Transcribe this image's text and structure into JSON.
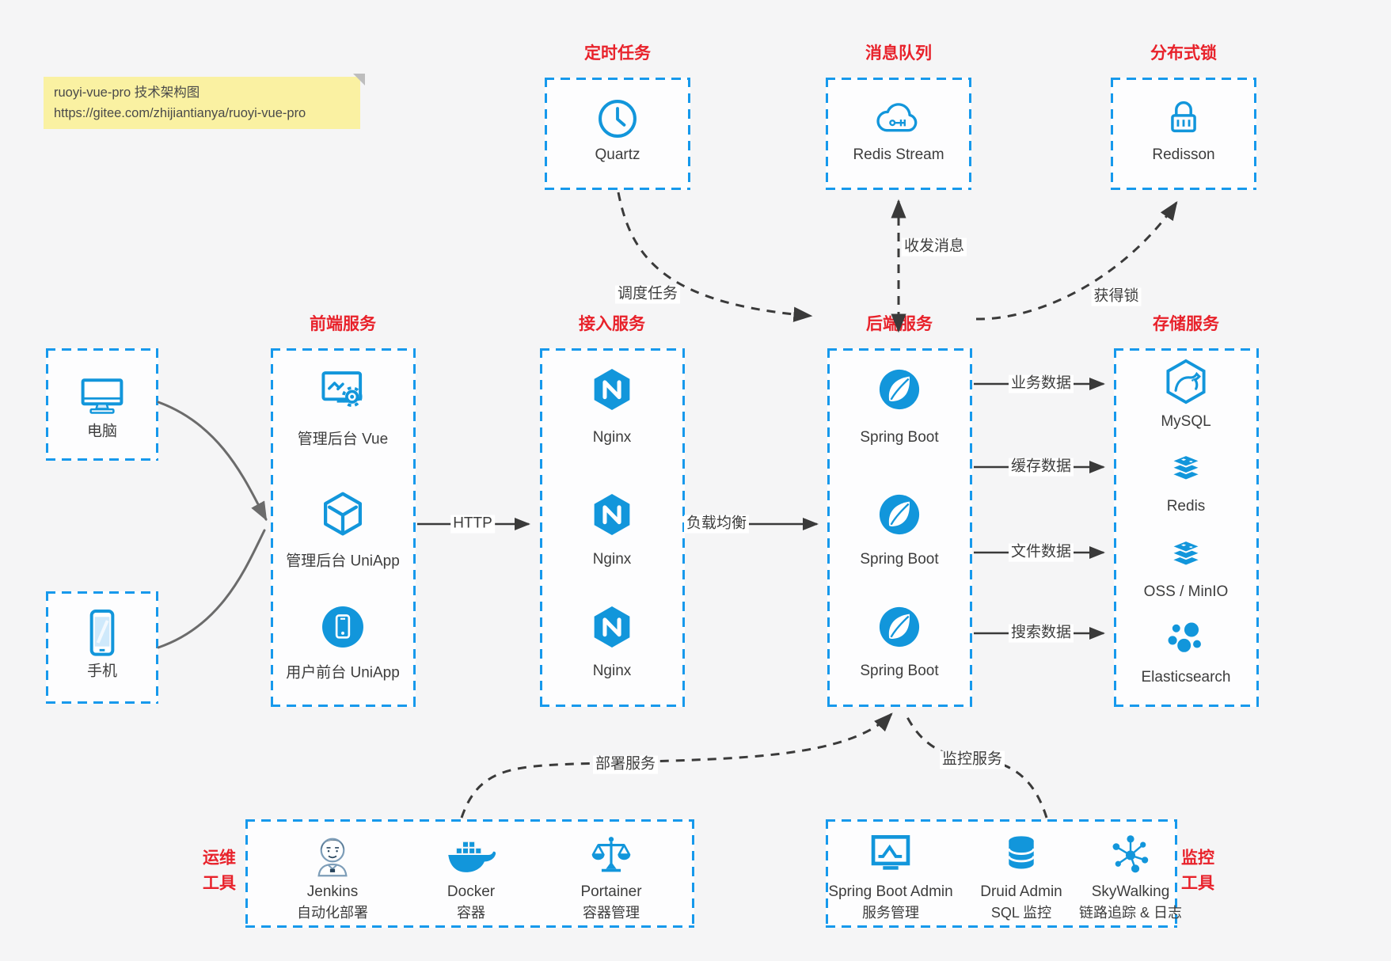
{
  "note": {
    "line1": "ruoyi-vue-pro 技术架构图",
    "line2": "https://gitee.com/zhijiantianya/ruoyi-vue-pro"
  },
  "groups": {
    "scheduler": {
      "title": "定时任务",
      "item": {
        "label": "Quartz",
        "icon": "clock-icon"
      }
    },
    "mq": {
      "title": "消息队列",
      "item": {
        "label": "Redis Stream",
        "icon": "cloud-stream-icon"
      }
    },
    "dlock": {
      "title": "分布式锁",
      "item": {
        "label": "Redisson",
        "icon": "lock-icon"
      }
    },
    "frontend": {
      "title": "前端服务",
      "items": [
        {
          "label": "管理后台 Vue",
          "icon": "admin-monitor-gear-icon"
        },
        {
          "label": "管理后台 UniApp",
          "icon": "uniapp-cube-icon"
        },
        {
          "label": "用户前台 UniApp",
          "icon": "phone-circle-icon"
        }
      ]
    },
    "gateway": {
      "title": "接入服务",
      "items": [
        {
          "label": "Nginx",
          "icon": "nginx-icon"
        },
        {
          "label": "Nginx",
          "icon": "nginx-icon"
        },
        {
          "label": "Nginx",
          "icon": "nginx-icon"
        }
      ]
    },
    "backend": {
      "title": "后端服务",
      "items": [
        {
          "label": "Spring Boot",
          "icon": "spring-boot-icon"
        },
        {
          "label": "Spring Boot",
          "icon": "spring-boot-icon"
        },
        {
          "label": "Spring Boot",
          "icon": "spring-boot-icon"
        }
      ]
    },
    "storage": {
      "title": "存储服务",
      "items": [
        {
          "label": "MySQL",
          "icon": "mysql-icon"
        },
        {
          "label": "Redis",
          "icon": "redis-stack-icon"
        },
        {
          "label": "OSS / MinIO",
          "icon": "redis-stack-icon"
        },
        {
          "label": "Elasticsearch",
          "icon": "elasticsearch-icon"
        }
      ]
    },
    "ops": {
      "title": "运维\n工具",
      "items": [
        {
          "name": "Jenkins",
          "desc": "自动化部署",
          "icon": "jenkins-icon"
        },
        {
          "name": "Docker",
          "desc": "容器",
          "icon": "docker-icon"
        },
        {
          "name": "Portainer",
          "desc": "容器管理",
          "icon": "portainer-scales-icon"
        }
      ]
    },
    "monitoring": {
      "title": "监控\n工具",
      "items": [
        {
          "name": "Spring Boot Admin",
          "desc": "服务管理",
          "icon": "admin-chart-icon"
        },
        {
          "name": "Druid Admin",
          "desc": "SQL 监控",
          "icon": "database-icon"
        },
        {
          "name": "SkyWalking",
          "desc": "链路追踪 & 日志",
          "icon": "skywalking-nodes-icon"
        }
      ]
    }
  },
  "devices": {
    "pc": {
      "label": "电脑",
      "icon": "desktop-icon"
    },
    "mobile": {
      "label": "手机",
      "icon": "smartphone-icon"
    }
  },
  "edges": {
    "http": "HTTP",
    "load_balance": "负载均衡",
    "schedule": "调度任务",
    "message": "收发消息",
    "get_lock": "获得锁",
    "business_data": "业务数据",
    "cache_data": "缓存数据",
    "file_data": "文件数据",
    "search_data": "搜索数据",
    "deploy": "部署服务",
    "monitor": "监控服务"
  },
  "colors": {
    "accent_blue": "#1296db",
    "border_blue": "#1699ec",
    "title_red": "#e8222b",
    "note_bg": "#faf1a2",
    "arrow_dark": "#3a3a3a",
    "arrow_gray": "#6b6b6b"
  }
}
